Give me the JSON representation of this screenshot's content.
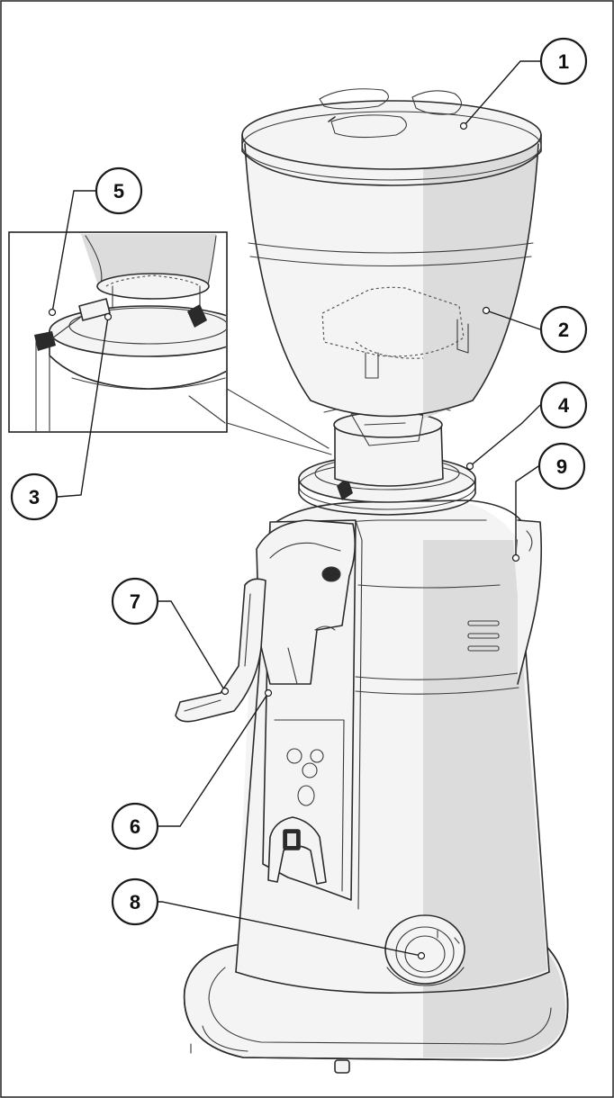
{
  "diagram": {
    "callouts": [
      {
        "id": "c1",
        "label": "1"
      },
      {
        "id": "c2",
        "label": "2"
      },
      {
        "id": "c3",
        "label": "3"
      },
      {
        "id": "c4",
        "label": "4"
      },
      {
        "id": "c5",
        "label": "5"
      },
      {
        "id": "c6",
        "label": "6"
      },
      {
        "id": "c7",
        "label": "7"
      },
      {
        "id": "c8",
        "label": "8"
      },
      {
        "id": "c9",
        "label": "9"
      }
    ]
  }
}
